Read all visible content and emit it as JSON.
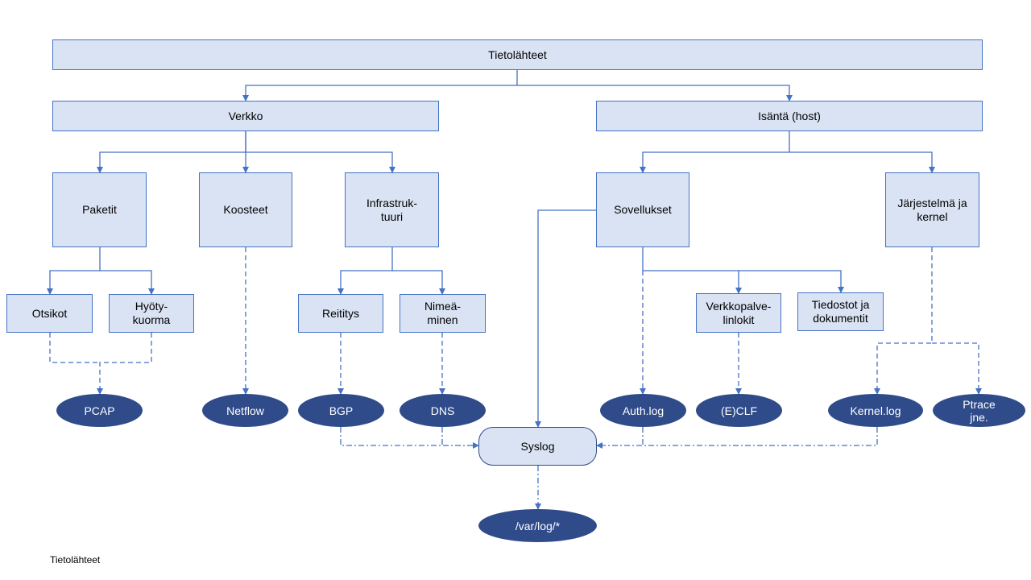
{
  "caption": "Tietolähteet",
  "nodes": {
    "root": "Tietolähteet",
    "verkko": "Verkko",
    "isanta": "Isäntä (host)",
    "paketit": "Paketit",
    "koosteet": "Koosteet",
    "infrastruktuuri": "Infrastruk-\ntuuri",
    "sovellukset": "Sovellukset",
    "jarjestelma": "Järjestelmä ja\nkernel",
    "otsikot": "Otsikot",
    "hyotykuorma": "Hyöty-\nkuorma",
    "reititys": "Reititys",
    "nimeaminen": "Nimeä-\nminen",
    "verkkopalvelinlokit": "Verkkopalve-\nlinlokit",
    "tiedostot": "Tiedostot ja\ndokumentit",
    "pcap": "PCAP",
    "netflow": "Netflow",
    "bgp": "BGP",
    "dns": "DNS",
    "syslog": "Syslog",
    "authlog": "Auth.log",
    "eclf": "(E)CLF",
    "kernellog": "Kernel.log",
    "ptrace": "Ptrace\njne.",
    "varlog": "/var/log/*"
  },
  "colors": {
    "box_fill": "#dae3f3",
    "box_border": "#4472c4",
    "oval_fill": "#2f4b8a",
    "line": "#4472c4"
  }
}
